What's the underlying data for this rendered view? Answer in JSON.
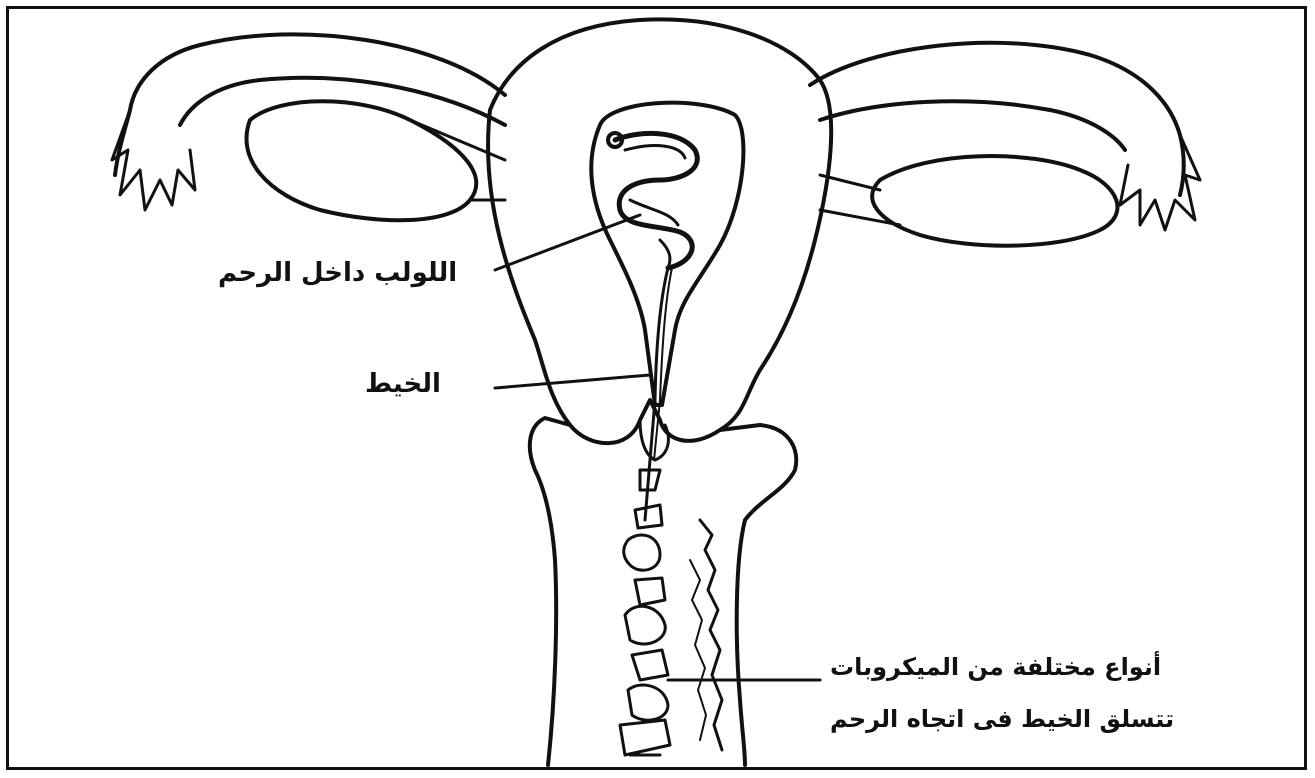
{
  "diagram": {
    "labels": {
      "iud_in_uterus": "اللولب داخل الرحم",
      "thread": "الخيط",
      "microbes_line1": "أنواع مختلفة من الميكروبات",
      "microbes_line2": "تتسلق الخيط فى اتجاه الرحم"
    },
    "colors": {
      "ink": "#111111",
      "background": "#ffffff"
    }
  }
}
